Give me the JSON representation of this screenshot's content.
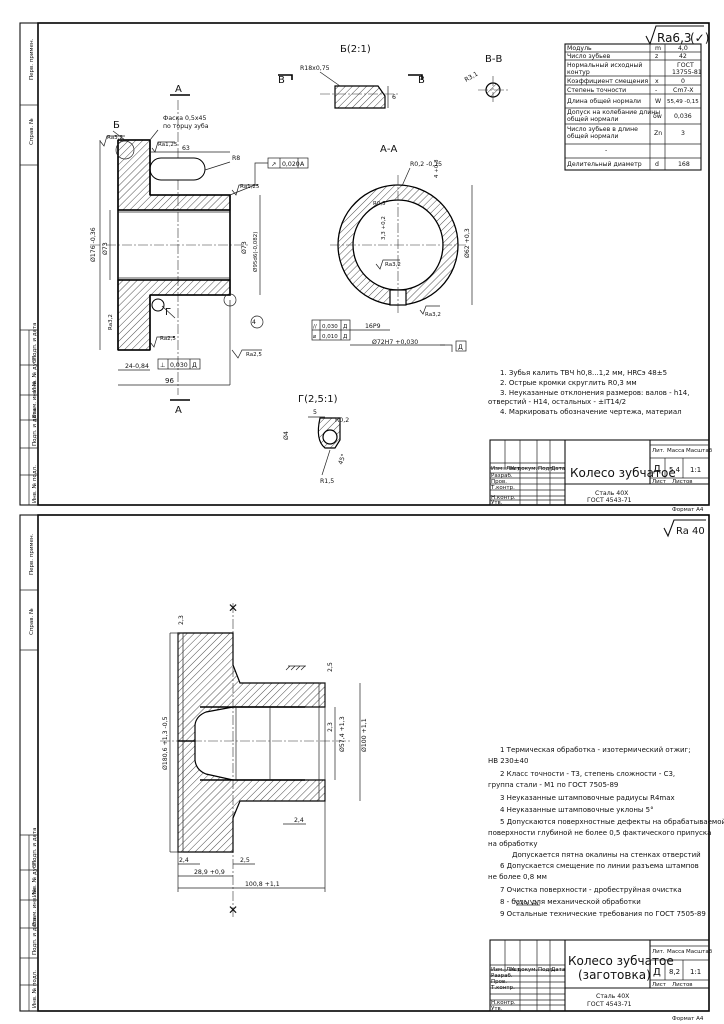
{
  "sheet1": {
    "roughness_general": "Ra6,3",
    "section_labels": {
      "a_top": "A",
      "a_bottom": "A",
      "aa": "А-А",
      "b": "Б",
      "b_detail": "Б(2:1)",
      "vv": "В-В",
      "v_left": "В",
      "v_right": "В",
      "g": "Г",
      "g_detail": "Г(2,5:1)"
    },
    "dims_main": {
      "chamfer_line1": "Фаска 0,5x45",
      "chamfer_line2": "по торцу зуба",
      "ra_top": "Ra3,2",
      "ra_hub": "Ra1,25",
      "len_63": "63",
      "r8": "R8",
      "runout_top": "0,020",
      "datum_a": "А",
      "ra_bore": "Ra1,25",
      "d176": "Ø176 -0,36",
      "d73": "Ø73",
      "d73_right": "Ø73",
      "d95": "Ø95d6(-0,082)",
      "ra_left": "Ra3,2",
      "ra_bottom": "Ra2,5",
      "ra_bottom_right": "Ra2,5",
      "len_24": "24-0,84",
      "runout_bottom": "0,030",
      "datum_d": "Д",
      "len_96": "96",
      "note_4": "4"
    },
    "dims_detail": {
      "r18": "R18x0,75",
      "dim_6": "6",
      "r3": "R3,1",
      "r02_top": "R0,2 -0,15",
      "dim_4": "4 +0,3",
      "r05": "R0,5",
      "key_depth": "3,3 +0,2",
      "ra32_a": "Ra3,2",
      "d62": "Ø62 +0,3",
      "ra32_b": "Ra3,2",
      "tol_1": "0,030",
      "tol_2": "0,010",
      "datum": "Д",
      "key_width": "16P9",
      "bore": "Ø72H7 +0,030",
      "datum_right": "Д",
      "g_5": "5",
      "g_r02": "R0,2",
      "g_d4": "Ø4",
      "g_angle": "45°",
      "g_r15": "R1,5"
    },
    "gear_table": [
      {
        "name": "Модуль",
        "symbol": "m",
        "value": "4,0"
      },
      {
        "name": "Число зубьев",
        "symbol": "z",
        "value": "42"
      },
      {
        "name": "Нормальный исходный контур",
        "symbol": "",
        "value": "ГОСТ 13755-81"
      },
      {
        "name": "Коэффициент смещения",
        "symbol": "x",
        "value": "0"
      },
      {
        "name": "Степень точности",
        "symbol": "-",
        "value": "Cm7-X"
      },
      {
        "name": "Длина общей нормали",
        "symbol": "W",
        "value": "55,49 -0,15"
      },
      {
        "name": "Допуск на колебание длины общей нормали",
        "symbol": "δw",
        "value": "0,036"
      },
      {
        "name": "Число зубьев в длине общей нормали",
        "symbol": "Zn",
        "value": "3"
      },
      {
        "name": "-",
        "symbol": "",
        "value": ""
      },
      {
        "name": "Делительный диаметр",
        "symbol": "d",
        "value": "168"
      }
    ],
    "notes": [
      "1. Зубья калить ТВЧ h0,8...1,2 мм, HRCэ 48±5",
      "2. Острые кромки скруглить R0,3 мм",
      "3. Неуказанные отклонения размеров: валов - h14,",
      "отверстий - H14, остальных - ±IT14/2",
      "4. Маркировать обозначение чертежа, материал"
    ],
    "title_block": {
      "name": "Колесо зубчатое",
      "material_line1": "Сталь 40Х",
      "material_line2": "ГОСТ 4543-71",
      "letter": "Д",
      "mass": "5,4",
      "scale": "1:1",
      "col_lit": "Лит.",
      "col_mass": "Масса",
      "col_scale": "Масштаб",
      "sheet": "Лист",
      "sheets": "Листов",
      "format": "Формат А4",
      "roles": [
        "Изм.",
        "Лист",
        "№ докум.",
        "Подп.",
        "Дата",
        "Разраб.",
        "Пров.",
        "Т.контр.",
        "Н.контр.",
        "Утв."
      ]
    }
  },
  "sheet2": {
    "roughness_general": "Ra 40",
    "dims": {
      "d_top": "2,3",
      "d_right": "2,5",
      "d180": "Ø180,6 +1,3 -0,5",
      "d57": "Ø57,4 +1,3",
      "d100": "Ø100 +1,1",
      "dim_23": "2,3",
      "d_left_bottom": "2,4",
      "d_mid_bottom": "2,5",
      "d_right_bottom": "2,4",
      "len_289": "28,9 +0,9",
      "len_1008": "100,8 +1,1"
    },
    "notes": [
      "1  Термическая обработка - изотермический отжиг;",
      "НВ 230±40",
      "2  Класс точности - Т3, степень сложности - С3,",
      "группа стали - М1 по ГОСТ 7505-89",
      "3  Неуказанные штамповочные радиусы R4max",
      "4  Неуказанные штамповочные уклоны 5°",
      "5  Допускаются поверхностные дефекты на обрабатываемой",
      "поверхности глубиной не более 0,5 фактического припуска",
      "на обработку",
      "Допускается пятна окалины на стенках отверстий",
      "6  Допускается смещение по линии разъема штампов",
      "не более 0,8 мм",
      "7  Очистка поверхности - дробеструйная очистка",
      "8  - базы для механической обработки",
      "9  Остальные технические требования по ГОСТ 7505-89"
    ],
    "title_block": {
      "name_line1": "Колесо зубчатое",
      "name_line2": "(заготовка)",
      "material_line1": "Сталь 40Х",
      "material_line2": "ГОСТ 4543-71",
      "letter": "Д",
      "mass": "8,2",
      "scale": "1:1",
      "col_lit": "Лит.",
      "col_mass": "Масса",
      "col_scale": "Масштаб",
      "sheet": "Лист",
      "sheets": "Листов",
      "format": "Формат А4",
      "roles": [
        "Изм.",
        "Лист",
        "№ докум.",
        "Подп.",
        "Дата",
        "Разраб.",
        "Пров.",
        "Т.контр.",
        "Н.контр.",
        "Утв."
      ]
    }
  },
  "side_stamps": [
    "Перв. примен.",
    "Справ. №",
    "Подп. и дата",
    "Инв. № дубл.",
    "Взам. инв. №",
    "Подп. и дата",
    "Инв. № подл."
  ]
}
